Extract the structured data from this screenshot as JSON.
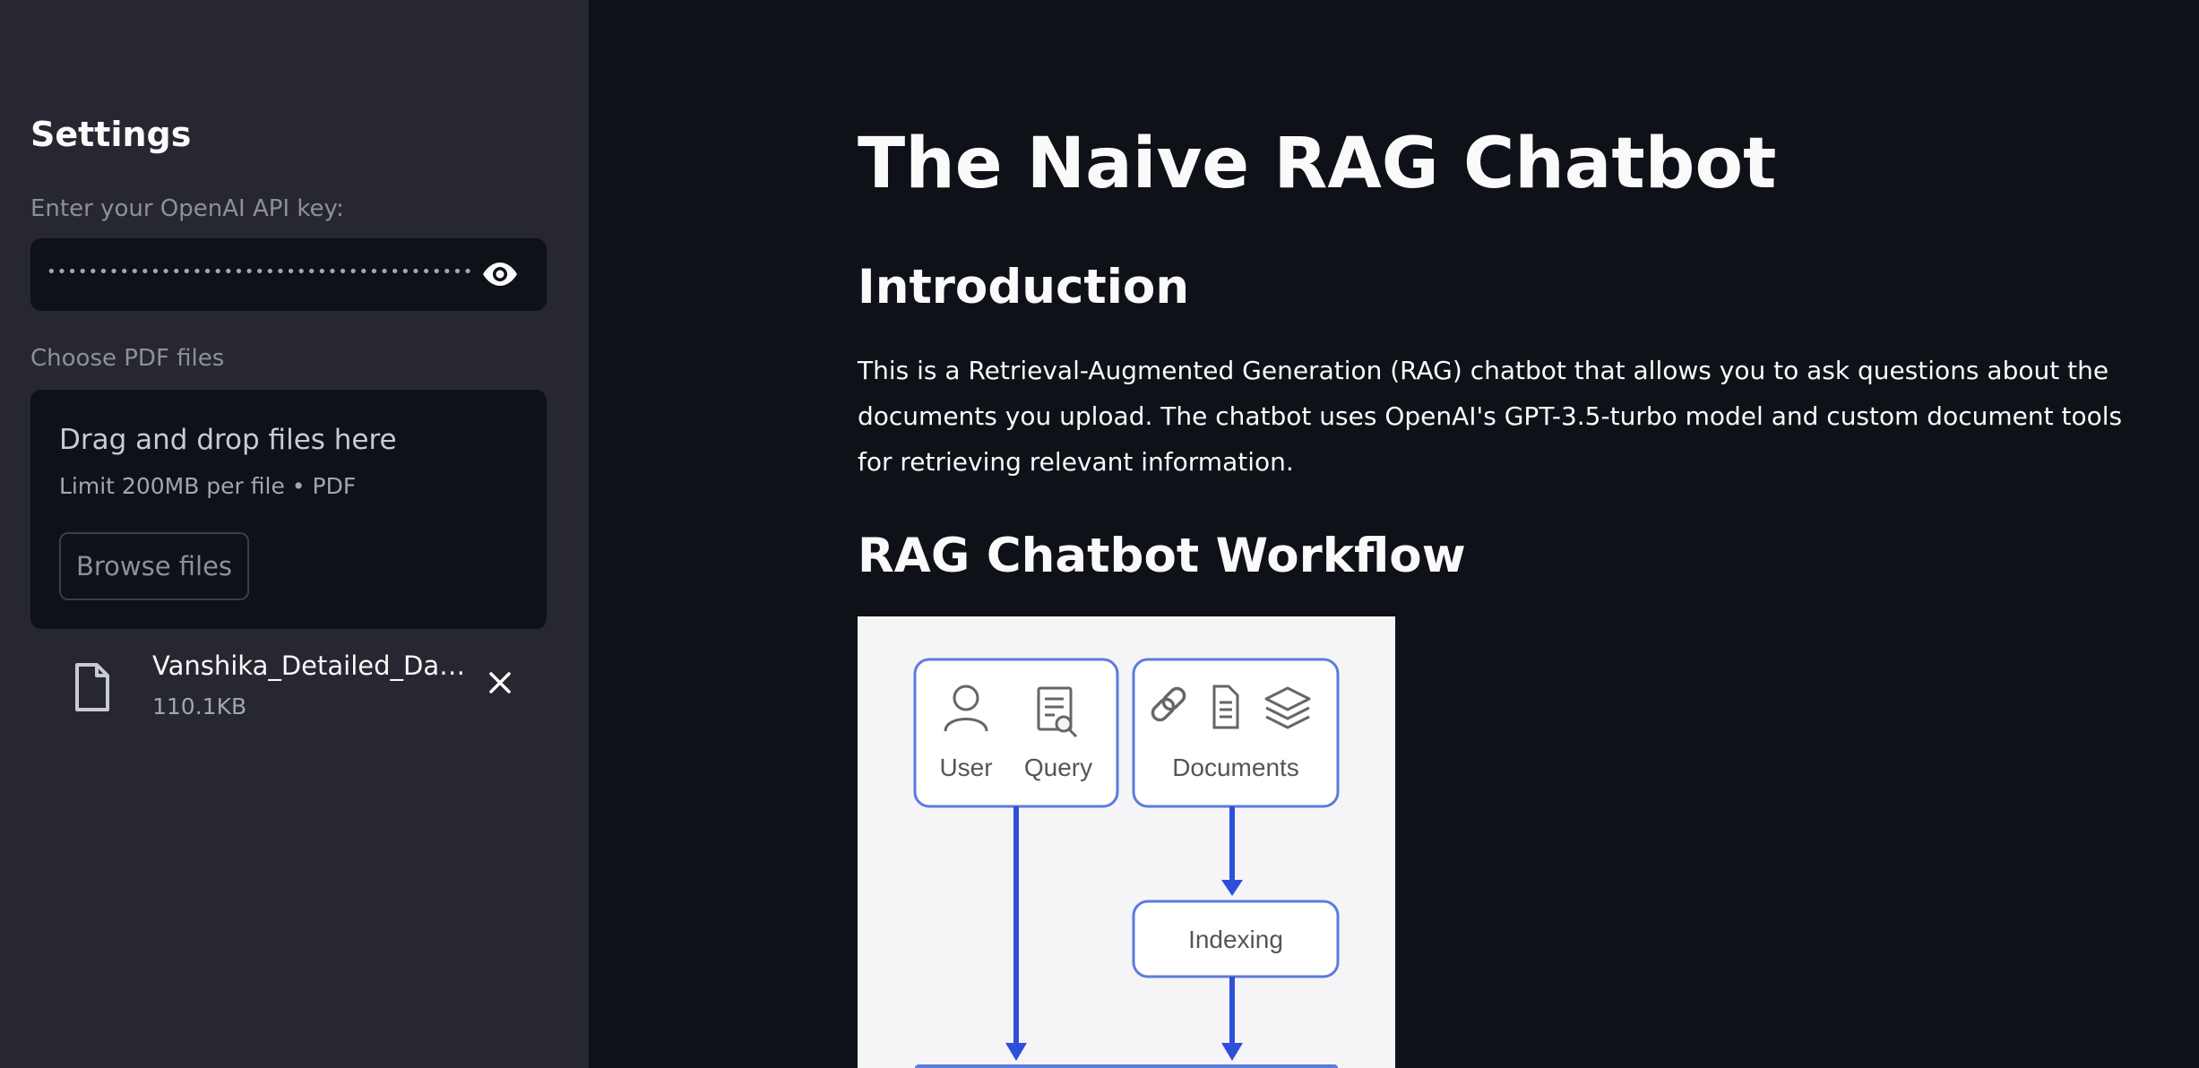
{
  "sidebar": {
    "title": "Settings",
    "api_key_label": "Enter your OpenAI API key:",
    "api_key_value": "••••••••••••••••••••••••••••••••••••••••••••••••••••••••••••••••••••",
    "pdf_label": "Choose PDF files",
    "dropzone": {
      "title": "Drag and drop files here",
      "limit": "Limit 200MB per file • PDF",
      "browse_label": "Browse files"
    },
    "uploaded_file": {
      "name": "Vanshika_Detailed_Data…",
      "size": "110.1KB"
    }
  },
  "main": {
    "title": "The Naive RAG Chatbot",
    "intro_heading": "Introduction",
    "intro_text": "This is a Retrieval-Augmented Generation (RAG) chatbot that allows you to ask questions about the documents you upload. The chatbot uses OpenAI's GPT-3.5-turbo model and custom document tools for retrieving relevant information.",
    "workflow_heading": "RAG Chatbot Workflow",
    "diagram": {
      "user_label": "User",
      "query_label": "Query",
      "documents_label": "Documents",
      "indexing_label": "Indexing"
    }
  },
  "colors": {
    "background": "#0e1117",
    "sidebar": "#262730",
    "diagram_blue": "#2f4fd8",
    "diagram_box_border": "#5b7be0"
  }
}
